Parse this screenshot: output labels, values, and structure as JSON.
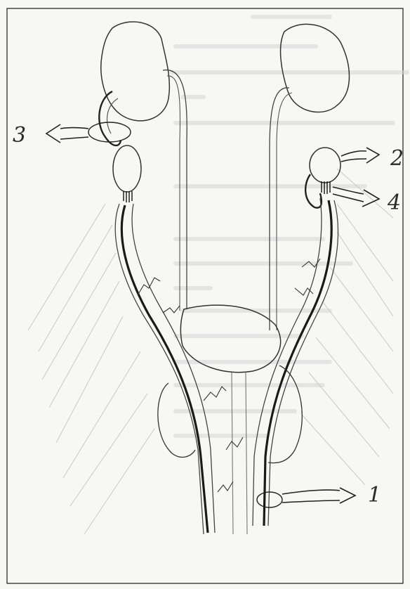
{
  "diagram": {
    "labels": {
      "one": "1",
      "two": "2",
      "three": "3",
      "four": "4"
    }
  }
}
